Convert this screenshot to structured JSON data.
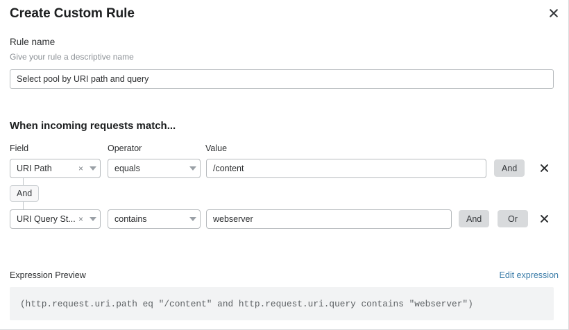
{
  "dialog": {
    "title": "Create Custom Rule",
    "close_icon": "close-icon"
  },
  "rule_name": {
    "label": "Rule name",
    "help": "Give your rule a descriptive name",
    "value": "Select pool by URI path and query",
    "placeholder": "Rule name"
  },
  "conditions": {
    "heading": "When incoming requests match...",
    "columns": {
      "field": "Field",
      "operator": "Operator",
      "value": "Value"
    },
    "connector_label": "And",
    "rows": [
      {
        "field": "URI Path",
        "operator": "equals",
        "value": "/content",
        "value_placeholder": "Value",
        "clear_icon": "clear-icon",
        "caret_icon": "chevron-down-icon",
        "and_label": "And",
        "or_label": "Or",
        "show_or": false,
        "remove_icon": "close-icon"
      },
      {
        "field": "URI Query St...",
        "operator": "contains",
        "value": "webserver",
        "value_placeholder": "Value",
        "clear_icon": "clear-icon",
        "caret_icon": "chevron-down-icon",
        "and_label": "And",
        "or_label": "Or",
        "show_or": true,
        "remove_icon": "close-icon"
      }
    ]
  },
  "expression": {
    "label": "Expression Preview",
    "edit_link": "Edit expression",
    "text": "(http.request.uri.path eq \"/content\" and http.request.uri.query contains \"webserver\")"
  },
  "colors": {
    "link": "#3a7ca8",
    "button_grey": "#d8dadc",
    "border": "#b6babd",
    "preview_bg": "#f2f3f4"
  }
}
